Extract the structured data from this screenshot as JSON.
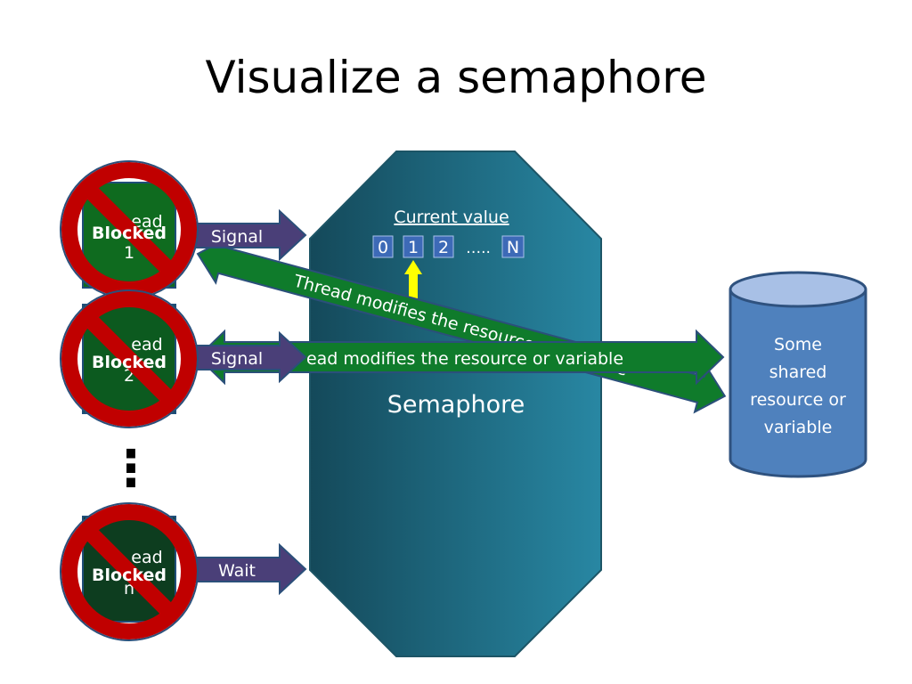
{
  "title": "Visualize a semaphore",
  "semaphore": {
    "label": "Semaphore",
    "current_value_label": "Current value",
    "values": [
      "0",
      "1",
      "2",
      "…..",
      "N"
    ]
  },
  "resource": {
    "lines": [
      "Some",
      "shared",
      "resource or",
      "variable"
    ]
  },
  "threads": [
    {
      "label_top": "ead",
      "label_bottom": "1",
      "status": "Blocked",
      "action": "Signal"
    },
    {
      "label_top": "ead",
      "label_bottom": "2",
      "status": "Blocked",
      "action": "Signal"
    },
    {
      "label_top": "ead",
      "label_bottom": "n",
      "status": "Blocked",
      "action": "Wait"
    }
  ],
  "ellipsis": "⋮",
  "arrows": {
    "modify_diagonal": "Thread modifies the resource or variable",
    "modify_straight": "ead modifies the resource or variable"
  },
  "colors": {
    "semaphore_fill": "#1e6a7f",
    "thread_green": "#0f6b1f",
    "arrow_green": "#0f7b2b",
    "arrow_purple": "#4a3f78",
    "blocked_red": "#c00000",
    "resource_blue": "#4f81bd",
    "value_box": "#3d6ab7",
    "pointer_yellow": "#ffff00"
  }
}
